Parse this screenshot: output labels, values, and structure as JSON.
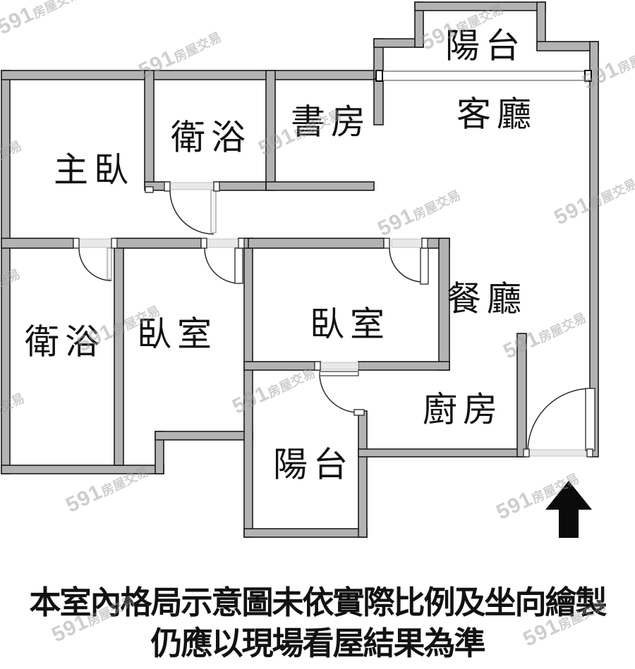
{
  "page": {
    "type": "floor-plan"
  },
  "rooms": [
    {
      "name": "balcony-top",
      "label": "陽台"
    },
    {
      "name": "living-room",
      "label": "客廳"
    },
    {
      "name": "study",
      "label": "書房"
    },
    {
      "name": "bathroom-top",
      "label": "衛浴"
    },
    {
      "name": "master-bedroom",
      "label": "主臥"
    },
    {
      "name": "bathroom-left",
      "label": "衛浴"
    },
    {
      "name": "bedroom-left",
      "label": "臥室"
    },
    {
      "name": "bedroom-center",
      "label": "臥室"
    },
    {
      "name": "dining-room",
      "label": "餐廳"
    },
    {
      "name": "kitchen",
      "label": "廚房"
    },
    {
      "name": "balcony-bottom",
      "label": "陽台"
    }
  ],
  "disclaimer": {
    "line1": "本室內格局示意圖未依實際比例及坐向繪製",
    "line2": "仍應以現場看屋結果為準"
  },
  "watermark": {
    "brand": "591",
    "suffix": "房屋交易"
  },
  "compass": {
    "icon": "north-arrow"
  },
  "colors": {
    "wall_fill": "#b3b3b3",
    "wall_outline": "#1a1a1a",
    "door_arc": "#2a2a2a",
    "opening_fill": "#e9e9e9",
    "arrow": "#0b0b0b",
    "label": "#111111",
    "watermark": "#c9c9c9",
    "background": "#ffffff"
  }
}
